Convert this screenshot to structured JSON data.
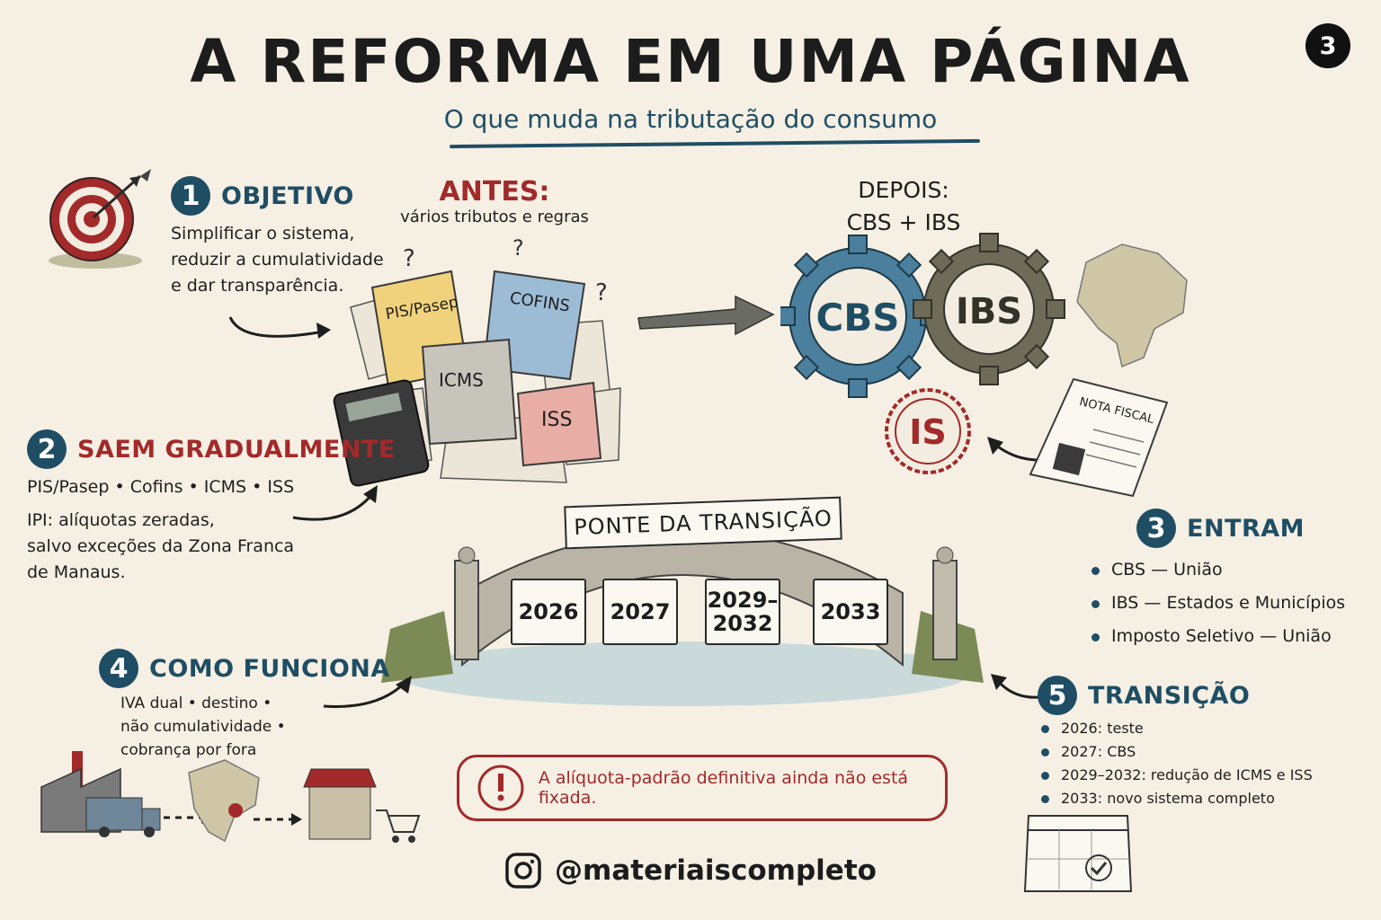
{
  "header": {
    "title": "A REFORMA EM UMA PÁGINA",
    "subtitle": "O que muda na tributação do consumo",
    "page_number": "3"
  },
  "section1": {
    "number": "1",
    "title": "OBJETIVO",
    "lines": [
      "Simplificar o sistema,",
      "reduzir a cumulatividade",
      "e dar transparência."
    ]
  },
  "antes": {
    "title": "ANTES:",
    "subtitle": "vários tributos e regras",
    "tributos": [
      "PIS/Pasep",
      "COFINS",
      "ICMS",
      "ISS"
    ]
  },
  "depois": {
    "title": "DEPOIS:",
    "subtitle": "CBS + IBS",
    "gears": [
      "CBS",
      "IBS"
    ],
    "seal": "IS",
    "nota_fiscal": "NOTA FISCAL"
  },
  "section2": {
    "number": "2",
    "title": "SAEM GRADUALMENTE",
    "list": "PIS/Pasep • Cofins • ICMS • ISS",
    "lines": [
      "IPI: alíquotas zeradas,",
      "salvo exceções da Zona Franca",
      "de Manaus."
    ]
  },
  "section3": {
    "number": "3",
    "title": "ENTRAM",
    "items": [
      "CBS — União",
      "IBS — Estados e Municípios",
      "Imposto Seletivo — União"
    ]
  },
  "bridge": {
    "banner": "PONTE DA TRANSIÇÃO",
    "years": [
      "2026",
      "2027",
      "2029–\n2032",
      "2033"
    ]
  },
  "section4": {
    "number": "4",
    "title": "COMO FUNCIONA",
    "lines": [
      "IVA dual • destino •",
      "não cumulatividade •",
      "cobrança por fora"
    ]
  },
  "section5": {
    "number": "5",
    "title": "TRANSIÇÃO",
    "items": [
      "2026: teste",
      "2027: CBS",
      "2029–2032: redução de ICMS e ISS",
      "2033: novo sistema completo"
    ]
  },
  "alert": {
    "icon": "exclamation-icon",
    "text": "A alíquota-padrão definitiva ainda não está fixada."
  },
  "footer": {
    "icon": "instagram-icon",
    "handle": "@materiaiscompleto"
  },
  "colors": {
    "background": "#f6f0e4",
    "navy": "#1f4e64",
    "red": "#a22a2a",
    "gear_blue": "#4a7f9e",
    "gear_olive": "#6e6b58"
  }
}
